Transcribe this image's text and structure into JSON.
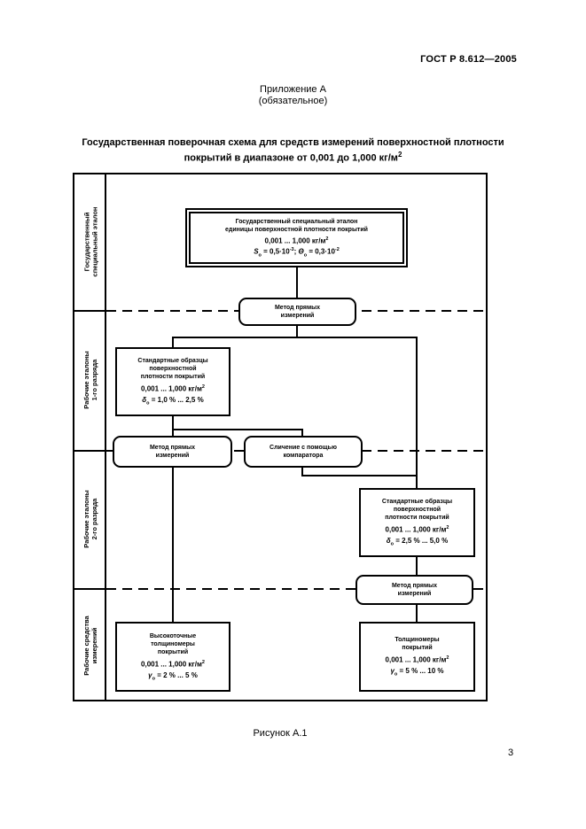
{
  "page": {
    "header": "ГОСТ Р 8.612—2005",
    "annex_line1": "Приложение А",
    "annex_line2": "(обязательное)",
    "title_line1": "Государственная поверочная схема для средств измерений поверхностной плотности",
    "title_line2_main": "покрытий в диапазоне от 0,001 до 1,000 кг/м",
    "title_line2_sup": "2",
    "figure_caption": "Рисунок А.1",
    "page_number": "3"
  },
  "sections": [
    {
      "label_line1": "Государственный",
      "label_line2": "специальный эталон"
    },
    {
      "label_line1": "Рабочие эталоны",
      "label_line2": "1-го разряда"
    },
    {
      "label_line1": "Рабочие эталоны",
      "label_line2": "2-го разряда"
    },
    {
      "label_line1": "Рабочие средства",
      "label_line2": "измерений"
    }
  ],
  "boxes": {
    "state_standard": {
      "line1": "Государственный специальный эталон",
      "line2": "единицы поверхностной плотности покрытий",
      "range": "0,001 ... 1,000 кг/м",
      "range_sup": "2",
      "f1_sym": "S",
      "f1_sub": "о",
      "f1_mid": " = 0,5·10",
      "f1_sup": "-3",
      "f_sep": "; ",
      "f2_sym": "Θ",
      "f2_sub": "о",
      "f2_mid": " = 0,3·10",
      "f2_sup": "-2"
    },
    "method_top": {
      "line1": "Метод прямых",
      "line2": "измерений"
    },
    "ref_std_1": {
      "line1": "Стандартные образцы",
      "line2": "поверхностной",
      "line3": "плотности покрытий",
      "range": "0,001 ... 1,000 кг/м",
      "range_sup": "2",
      "f_sym": "δ",
      "f_sub": "о",
      "f_val": " = 1,0 % ... 2,5 %"
    },
    "method_direct_1": {
      "line1": "Метод прямых",
      "line2": "измерений"
    },
    "comparison": {
      "line1": "Сличение с помощью",
      "line2": "компаратора"
    },
    "ref_std_2": {
      "line1": "Стандартные образцы",
      "line2": "поверхностной",
      "line3": "плотности покрытий",
      "range": "0,001 ... 1,000 кг/м",
      "range_sup": "2",
      "f_sym": "δ",
      "f_sub": "о",
      "f_val": " = 2,5 % ... 5,0 %"
    },
    "method_direct_2": {
      "line1": "Метод прямых",
      "line2": "измерений"
    },
    "work_precise": {
      "line1": "Высокоточные",
      "line2": "толщиномеры",
      "line3": "покрытий",
      "range": "0,001 ... 1,000 кг/м",
      "range_sup": "2",
      "f_sym": "γ",
      "f_sub": "о",
      "f_val": " = 2 % ... 5 %"
    },
    "work_std": {
      "line1": "Толщиномеры",
      "line2": "покрытий",
      "range": "0,001 ... 1,000 кг/м",
      "range_sup": "2",
      "f_sym": "γ",
      "f_sub": "о",
      "f_val": " = 5 % ... 10 %"
    }
  },
  "colors": {
    "line": "#000000",
    "background": "#ffffff"
  }
}
